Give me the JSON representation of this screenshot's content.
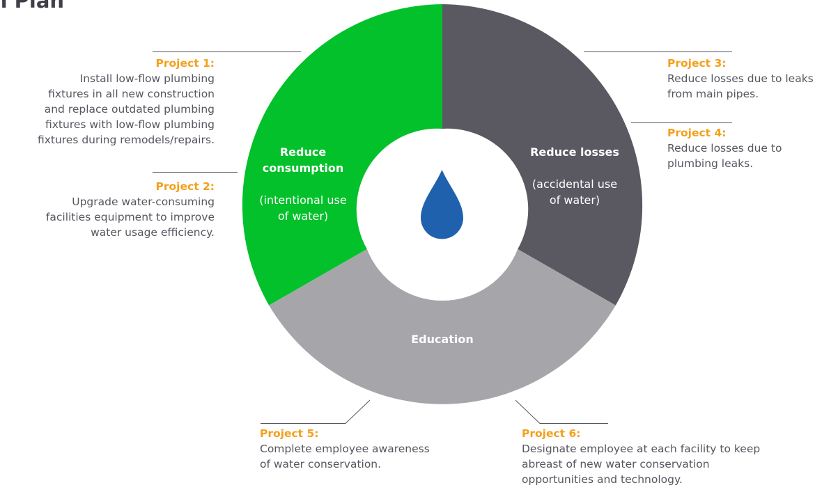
{
  "page": {
    "title": "on Plan"
  },
  "colors": {
    "consumption": "#02c12a",
    "losses": "#5a5962",
    "education": "#a6a6aa",
    "center": "#ffffff",
    "drop": "#2061ae",
    "project_label": "#f3a01b",
    "leader_line": "#56565f"
  },
  "center_icon": "water-drop-icon",
  "segments": {
    "consumption": {
      "title": "Reduce\nconsumption",
      "subtitle": "(intentional use\nof water)"
    },
    "losses": {
      "title": "Reduce losses",
      "subtitle": "(accidental use\nof water)"
    },
    "education": {
      "title": "Education",
      "subtitle": ""
    }
  },
  "projects": {
    "p1": {
      "label": "Project 1:",
      "text": "Install low-flow plumbing\nfixtures in all new construction\nand replace outdated plumbing\nfixtures with low-flow plumbing\nfixtures during remodels/repairs."
    },
    "p2": {
      "label": "Project 2:",
      "text": "Upgrade water-consuming\nfacilities equipment to improve\nwater usage efficiency."
    },
    "p3": {
      "label": "Project 3:",
      "text": "Reduce losses due to leaks\nfrom main pipes."
    },
    "p4": {
      "label": "Project 4:",
      "text": "Reduce losses due to\nplumbing leaks."
    },
    "p5": {
      "label": "Project 5:",
      "text": "Complete employee awareness\nof water conservation."
    },
    "p6": {
      "label": "Project 6:",
      "text": "Designate employee at each facility to keep\nabreast of new water conservation\nopportunities and technology."
    }
  }
}
